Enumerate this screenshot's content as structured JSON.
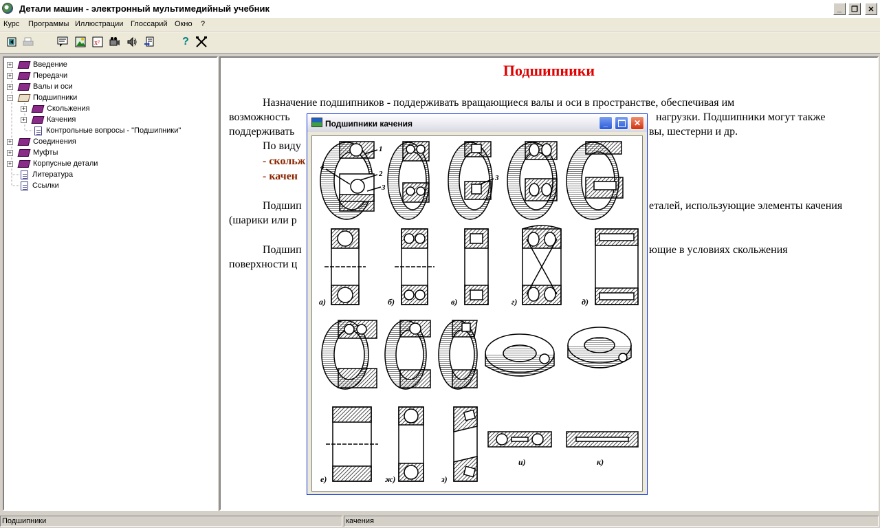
{
  "window": {
    "title": "Детали машин - электронный мультимедийный учебник",
    "min_glyph": "_",
    "max_glyph": "❐",
    "close_glyph": "✕"
  },
  "menu": [
    "Курс",
    "Программы",
    "Иллюстрации",
    "Глоссарий",
    "Окно",
    "?"
  ],
  "toolbar": {
    "icons": [
      "back-icon",
      "print-icon",
      "comment-icon",
      "image-icon",
      "formula-icon",
      "video-icon",
      "sound-icon",
      "exit-document-icon",
      "help-icon",
      "tools-icon"
    ],
    "help_glyph": "?"
  },
  "tree": {
    "plus": "+",
    "minus": "−",
    "items": [
      {
        "label": "Введение"
      },
      {
        "label": "Передачи"
      },
      {
        "label": "Валы и оси"
      },
      {
        "label": "Подшипники"
      },
      {
        "label": "Скольжения"
      },
      {
        "label": "Качения"
      },
      {
        "label": "Контрольные вопросы - \"Подшипники\""
      },
      {
        "label": "Соединения"
      },
      {
        "label": "Муфты"
      },
      {
        "label": "Корпусные детали"
      },
      {
        "label": "Литература"
      },
      {
        "label": "Ссылки"
      }
    ]
  },
  "content": {
    "heading": "Подшипники",
    "p1_l1": "Назначение подшипников - поддерживать вращающиеся валы и оси в пространстве, обеспечивая им",
    "p1_l2a": "возможность",
    "p1_l2b": "нагрузки. Подшипники могут также",
    "p1_l3a": "поддерживать",
    "p1_l3b": "вы, шестерни и др.",
    "p2": "По виду",
    "sub1": "- скольж",
    "sub2": "- качен",
    "p3_l1a": "Подшип",
    "p3_l1b": "еталей, использующие элементы качения",
    "p3_l2": "(шарики или р",
    "p4_l1a": "Подшип",
    "p4_l1b": "ющие в условиях скольжения",
    "p4_l2": "поверхности ц"
  },
  "popup": {
    "title": "Подшипники качения",
    "callouts": [
      "1",
      "2",
      "3",
      "4",
      "3"
    ],
    "captions": [
      "а)",
      "б)",
      "в)",
      "г)",
      "д)",
      "е)",
      "ж)",
      "з)",
      "и)",
      "к)"
    ]
  },
  "status": {
    "left": "Подшипники",
    "right": "качения"
  }
}
